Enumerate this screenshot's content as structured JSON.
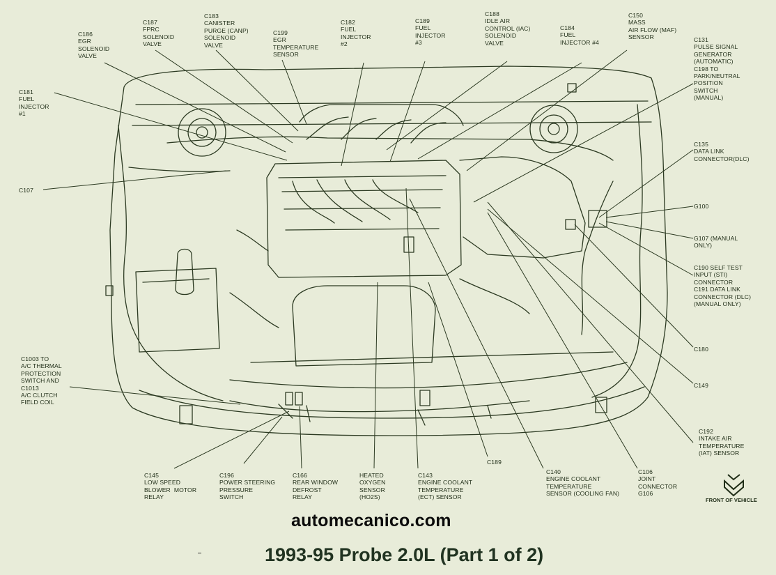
{
  "title": "1993-95 Probe 2.0L (Part 1 of 2)",
  "website": "automecanico.com",
  "front_indicator": "FRONT OF VEHICLE",
  "colors": {
    "background": "#e8ecd9",
    "ink": "#2c3a22"
  },
  "callouts": [
    {
      "id": "c186",
      "text": "C186\nEGR\nSOLENOID\nVALVE"
    },
    {
      "id": "c187",
      "text": "C187\nFPRC\nSOLENOID\nVALVE"
    },
    {
      "id": "c183",
      "text": "C183\nCANISTER\nPURGE (CANP)\nSOLENOID\nVALVE"
    },
    {
      "id": "c199",
      "text": "C199\nEGR\nTEMPERATURE\nSENSOR"
    },
    {
      "id": "c182",
      "text": "C182\nFUEL\nINJECTOR\n#2"
    },
    {
      "id": "c189_inj",
      "text": "C189\nFUEL\nINJECTOR\n#3"
    },
    {
      "id": "c188",
      "text": "C188\nIDLE AIR\nCONTROL (IAC)\nSOLENOID\nVALVE"
    },
    {
      "id": "c184",
      "text": "C184\nFUEL\nINJECTOR #4"
    },
    {
      "id": "c150",
      "text": "C150\nMASS\nAIR FLOW (MAF)\nSENSOR"
    },
    {
      "id": "c131",
      "text": "C131\nPULSE SIGNAL\nGENERATOR\n(AUTOMATIC)\nC198 TO\nPARK/NEUTRAL\nPOSITION\nSWITCH\n(MANUAL)"
    },
    {
      "id": "c181",
      "text": "C181\nFUEL\nINJECTOR\n#1"
    },
    {
      "id": "c135",
      "text": "C135\nDATA LINK\nCONNECTOR(DLC)"
    },
    {
      "id": "c107",
      "text": "C107"
    },
    {
      "id": "g100",
      "text": "G100"
    },
    {
      "id": "g107",
      "text": "G107 (MANUAL\nONLY)"
    },
    {
      "id": "c190",
      "text": "C190 SELF TEST\nINPUT (STI)\nCONNECTOR\nC191 DATA LINK\nCONNECTOR (DLC)\n(MANUAL ONLY)"
    },
    {
      "id": "c180",
      "text": "C180"
    },
    {
      "id": "c149",
      "text": "C149"
    },
    {
      "id": "c1003",
      "text": "C1003 TO\nA/C THERMAL\nPROTECTION\nSWITCH AND\nC1013\nA/C CLUTCH\nFIELD COIL"
    },
    {
      "id": "c192",
      "text": "C192\nINTAKE AIR\nTEMPERATURE\n(IAT) SENSOR"
    },
    {
      "id": "c145",
      "text": "C145\nLOW SPEED\nBLOWER  MOTOR\nRELAY"
    },
    {
      "id": "c196",
      "text": "C196\nPOWER STEERING\nPRESSURE\nSWITCH"
    },
    {
      "id": "c166",
      "text": "C166\nREAR WINDOW\nDEFROST\nRELAY"
    },
    {
      "id": "ho2s",
      "text": "HEATED\nOXYGEN\nSENSOR\n(HO2S)"
    },
    {
      "id": "c143",
      "text": "C143\nENGINE COOLANT\nTEMPERATURE\n(ECT) SENSOR"
    },
    {
      "id": "c189",
      "text": "C189"
    },
    {
      "id": "c140",
      "text": "C140\nENGINE COOLANT\nTEMPERATURE\nSENSOR (COOLING FAN)"
    },
    {
      "id": "c106",
      "text": "C106\nJOINT\nCONNECTOR\nG106"
    }
  ]
}
